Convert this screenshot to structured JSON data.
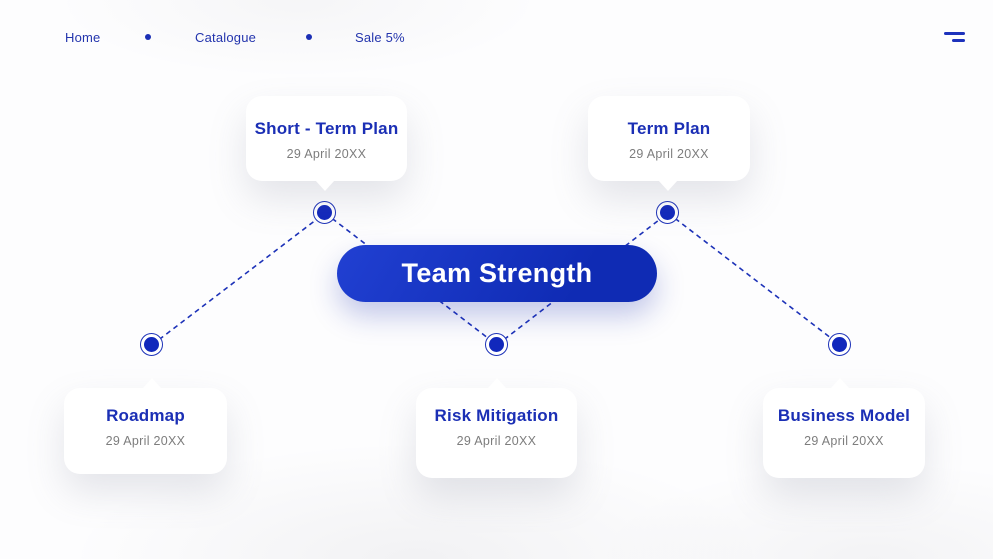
{
  "nav": {
    "items": [
      {
        "label": "Home"
      },
      {
        "label": "Catalogue"
      },
      {
        "label": "Sale 5%"
      }
    ],
    "menu_icon": "hamburger-menu-icon"
  },
  "center": {
    "label": "Team Strength"
  },
  "cards": [
    {
      "id": "short-term-plan",
      "title": "Short - Term Plan",
      "date": "29 April 20XX",
      "position": "top"
    },
    {
      "id": "term-plan",
      "title": "Term Plan",
      "date": "29 April 20XX",
      "position": "top"
    },
    {
      "id": "roadmap",
      "title": "Roadmap",
      "date": "29 April 20XX",
      "position": "bottom"
    },
    {
      "id": "risk-mitigation",
      "title": "Risk Mitigation",
      "date": "29 April 20XX",
      "position": "bottom"
    },
    {
      "id": "business-model",
      "title": "Business Model",
      "date": "29 April 20XX",
      "position": "bottom"
    }
  ],
  "colors": {
    "accent_blue": "#1430C8",
    "title_blue": "#1B2FB5",
    "date_gray": "#7D7D7D",
    "card_background": "#FFFFFF"
  }
}
